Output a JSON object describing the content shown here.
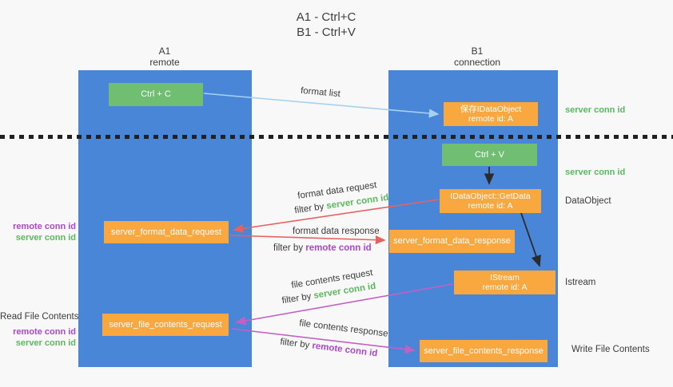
{
  "colors": {
    "lane-blue": "#4a86d8",
    "box-green": "#6fbe72",
    "box-orange": "#f9a840",
    "arrow-blue": "#a4d2f0",
    "arrow-red": "#e86161",
    "arrow-magenta": "#c361c3",
    "arrow-black": "#2b2b2b",
    "text-green": "#5cb860",
    "text-purple": "#ab47cf",
    "text-dark": "#3b3b3b"
  },
  "title": {
    "line1": "A1 - Ctrl+C",
    "line2": "B1 - Ctrl+V"
  },
  "lanes": {
    "a1": {
      "name": "A1",
      "role": "remote"
    },
    "b1": {
      "name": "B1",
      "role": "connection"
    }
  },
  "nodes": {
    "ctrl_c": {
      "label": "Ctrl + C"
    },
    "save_dataobject": {
      "line1": "保存IDataObject",
      "line2": "remote id: A"
    },
    "ctrl_v": {
      "label": "Ctrl + V"
    },
    "getdata": {
      "line1": "IDataObject::GetData",
      "line2": "remote id: A"
    },
    "format_request": {
      "label": "server_format_data_request"
    },
    "format_response": {
      "label": "server_format_data_response"
    },
    "istream": {
      "line1": "IStream",
      "line2": "remote id: A"
    },
    "file_request": {
      "label": "server_file_contents_request"
    },
    "file_response": {
      "label": "server_file_contents_response"
    }
  },
  "flow_labels": {
    "format_list": "format list",
    "format_data_request": "format data request",
    "format_data_response": "format data response",
    "file_contents_request": "file contents request",
    "file_contents_response": "file contents response",
    "filter_by": "filter by",
    "server_conn_id": "server conn id",
    "remote_conn_id": "remote conn id"
  },
  "side_labels": {
    "right_server_conn_top": "server conn id",
    "right_server_conn_mid": "server conn id",
    "dataobject": "DataObject",
    "istream": "Istream",
    "write_file_contents": "Write File Contents",
    "left_remote_conn_top": "remote conn id",
    "left_server_conn_top": "server conn id",
    "read_file_contents": "Read File Contents",
    "left_remote_conn_bottom": "remote conn id",
    "left_server_conn_bottom": "server conn id"
  }
}
